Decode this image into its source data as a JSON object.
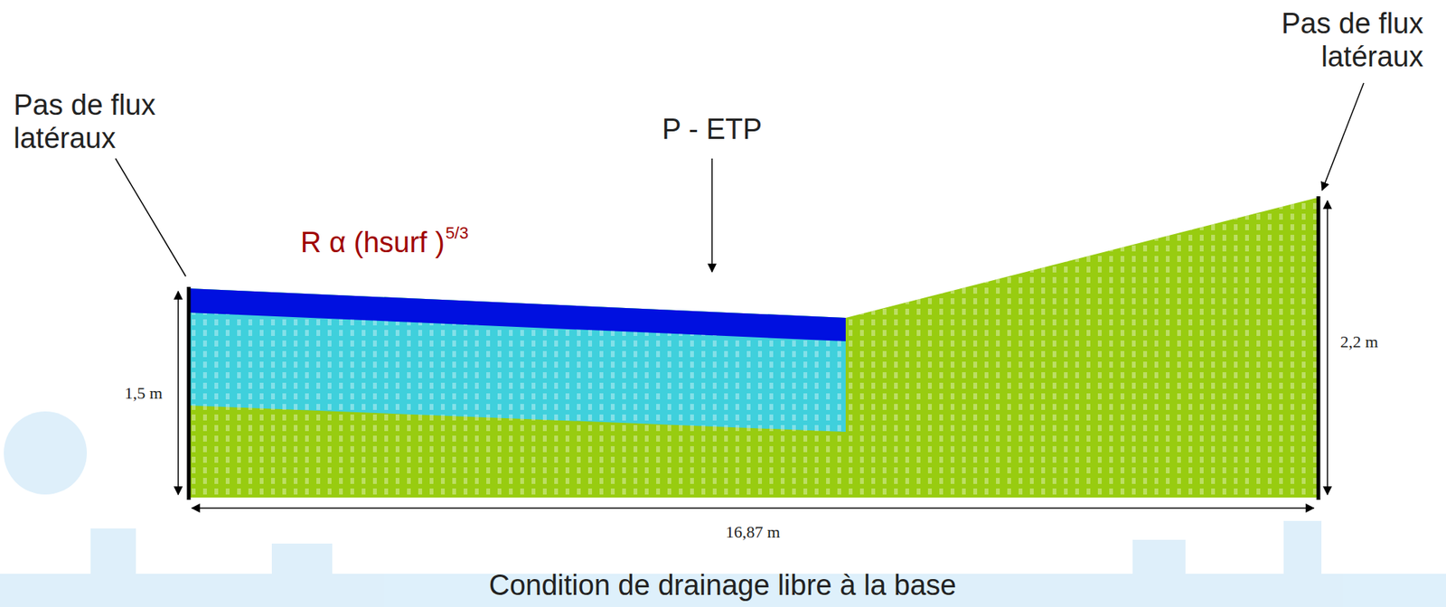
{
  "diagram": {
    "labels": [
      "Pas de flux latéraux",
      "P - ETP",
      "R α (hsurf )",
      "5/3",
      "Pas de flux latéraux",
      "1,5 m",
      "2,2 m",
      "16,87 m",
      "Condition de drainage libre à la base"
    ]
  }
}
